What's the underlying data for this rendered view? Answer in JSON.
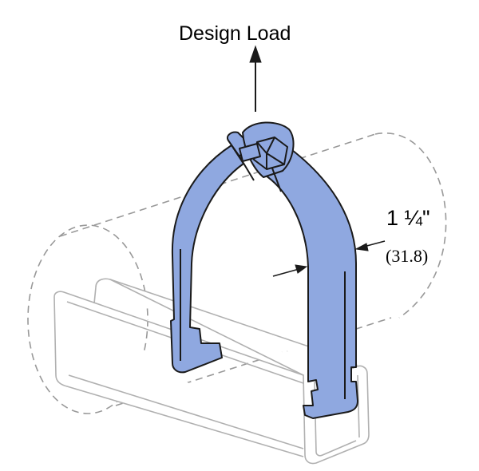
{
  "labels": {
    "design_load": "Design Load",
    "width_imperial": "1 ¼\"",
    "width_metric": "(31.8)"
  },
  "colors": {
    "clamp_fill": "#8fa8e0",
    "clamp_stroke": "#1a1a1a",
    "phantom_outline": "#999999",
    "background": "#ffffff"
  }
}
